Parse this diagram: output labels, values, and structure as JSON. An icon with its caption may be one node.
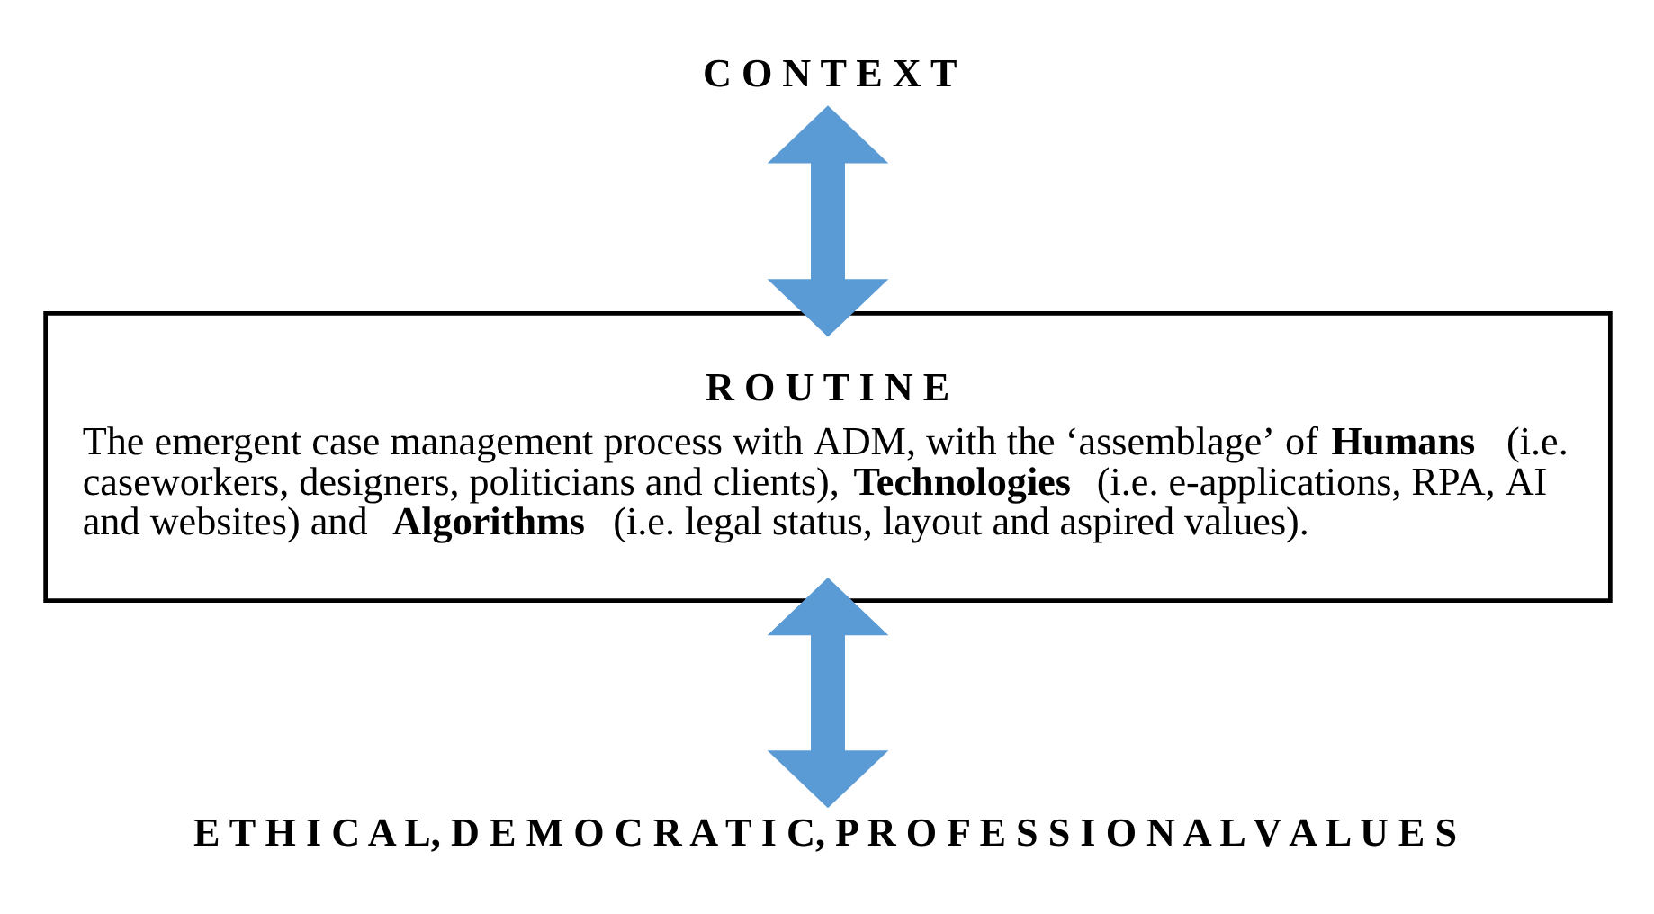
{
  "diagram": {
    "nodes": [
      {
        "text": [
          "C O N T E X T"
        ]
      },
      {
        "text": [
          "R O U T I N E",
          "The emergent case management process with ADM, with the ‘assemblage’ of **Humans** (i.e. caseworkers, designers, politicians and clients), **Technologies** (i.e. e-applications, RPA, AI and websites) and **Algorithms** (i.e. legal status, layout and aspired values)."
        ]
      },
      {
        "text": [
          "E T H I C A L, D E M O C R A T I C, P R O F E S S I O N A L V A L U E S"
        ]
      }
    ],
    "edges": [
      {
        "from": 0,
        "to": 1,
        "arrow": "both"
      },
      {
        "from": 1,
        "to": 2,
        "arrow": "both"
      }
    ]
  }
}
